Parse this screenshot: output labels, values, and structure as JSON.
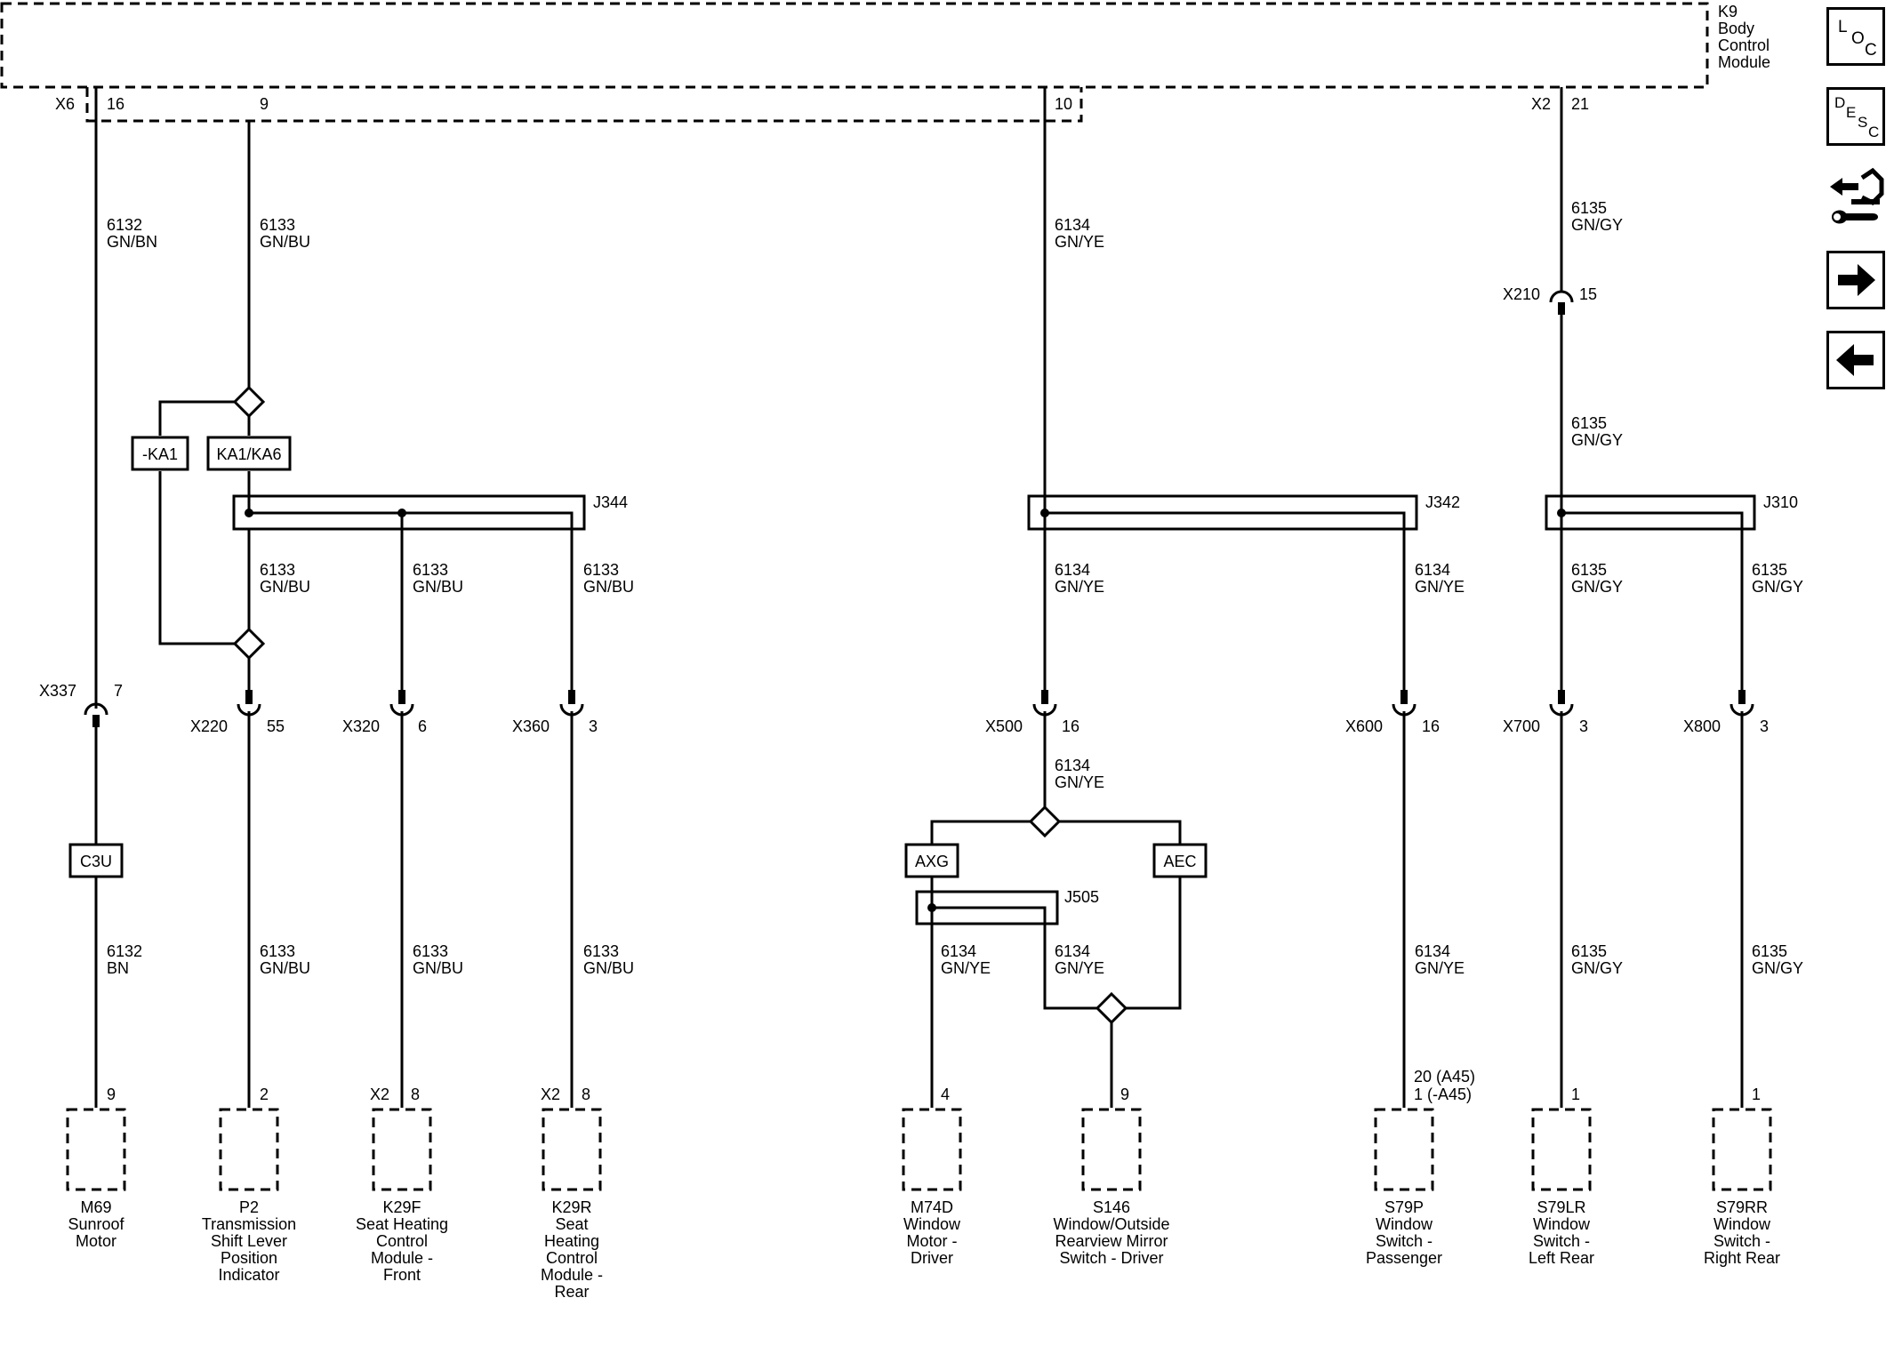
{
  "module": {
    "lines": [
      "K9",
      "Body",
      "Control",
      "Module"
    ]
  },
  "nav": {
    "loc": [
      "L",
      "O",
      "C"
    ],
    "desc": [
      "D",
      "E",
      "S",
      "C"
    ]
  },
  "connectors": {
    "x6": "X6",
    "x6_pin": "16",
    "pin9": "9",
    "pin10": "10",
    "x2": "X2",
    "x2_pin": "21",
    "x210": "X210",
    "x210_pin": "15",
    "x337": "X337",
    "x337_pin": "7",
    "x220": "X220",
    "x220_pin": "55",
    "x320": "X320",
    "x320_pin": "6",
    "x360": "X360",
    "x360_pin": "3",
    "x500": "X500",
    "x500_pin": "16",
    "x600": "X600",
    "x600_pin": "16",
    "x700": "X700",
    "x700_pin": "3",
    "x800": "X800",
    "x800_pin": "3"
  },
  "splices": {
    "j344": "J344",
    "j342": "J342",
    "j310": "J310",
    "j505": "J505"
  },
  "options": {
    "ka1_neg": "-KA1",
    "ka1_ka6": "KA1/KA6",
    "c3u": "C3U",
    "axg": "AXG",
    "aec": "AEC"
  },
  "wires": {
    "w6132_gnbn": [
      "6132",
      "GN/BN"
    ],
    "w6133_top": [
      "6133",
      "GN/BU"
    ],
    "w6134_top": [
      "6134",
      "GN/YE"
    ],
    "w6135_top": [
      "6135",
      "GN/GY"
    ],
    "w6135_mid": [
      "6135",
      "GN/GY"
    ],
    "w6133_a": [
      "6133",
      "GN/BU"
    ],
    "w6133_b": [
      "6133",
      "GN/BU"
    ],
    "w6133_c": [
      "6133",
      "GN/BU"
    ],
    "w6134_a": [
      "6134",
      "GN/YE"
    ],
    "w6134_b": [
      "6134",
      "GN/YE"
    ],
    "w6135_a": [
      "6135",
      "GN/GY"
    ],
    "w6135_b": [
      "6135",
      "GN/GY"
    ],
    "w6134_x500": [
      "6134",
      "GN/YE"
    ],
    "w6132_bn": [
      "6132",
      "BN"
    ],
    "w6133_d": [
      "6133",
      "GN/BU"
    ],
    "w6133_e": [
      "6133",
      "GN/BU"
    ],
    "w6133_f": [
      "6133",
      "GN/BU"
    ],
    "w6134_c": [
      "6134",
      "GN/YE"
    ],
    "w6134_d": [
      "6134",
      "GN/YE"
    ],
    "w6134_e": [
      "6134",
      "GN/YE"
    ],
    "w6135_c": [
      "6135",
      "GN/GY"
    ],
    "w6135_d": [
      "6135",
      "GN/GY"
    ]
  },
  "component_pins": {
    "m69": "9",
    "p2": "2",
    "k29f_conn": "X2",
    "k29f_pin": "8",
    "k29r_conn": "X2",
    "k29r_pin": "8",
    "m74d": "4",
    "s146": "9",
    "s79p_a": "20 (A45)",
    "s79p_b": "1 (-A45)",
    "s79lr": "1",
    "s79rr": "1"
  },
  "components": {
    "m69": [
      "M69",
      "Sunroof",
      "Motor"
    ],
    "p2": [
      "P2",
      "Transmission",
      "Shift Lever",
      "Position",
      "Indicator"
    ],
    "k29f": [
      "K29F",
      "Seat Heating",
      "Control",
      "Module -",
      "Front"
    ],
    "k29r": [
      "K29R",
      "Seat",
      "Heating",
      "Control",
      "Module -",
      "Rear"
    ],
    "m74d": [
      "M74D",
      "Window",
      "Motor -",
      "Driver"
    ],
    "s146": [
      "S146",
      "Window/Outside",
      "Rearview Mirror",
      "Switch - Driver"
    ],
    "s79p": [
      "S79P",
      "Window",
      "Switch -",
      "Passenger"
    ],
    "s79lr": [
      "S79LR",
      "Window",
      "Switch -",
      "Left Rear"
    ],
    "s79rr": [
      "S79RR",
      "Window",
      "Switch -",
      "Right Rear"
    ]
  }
}
